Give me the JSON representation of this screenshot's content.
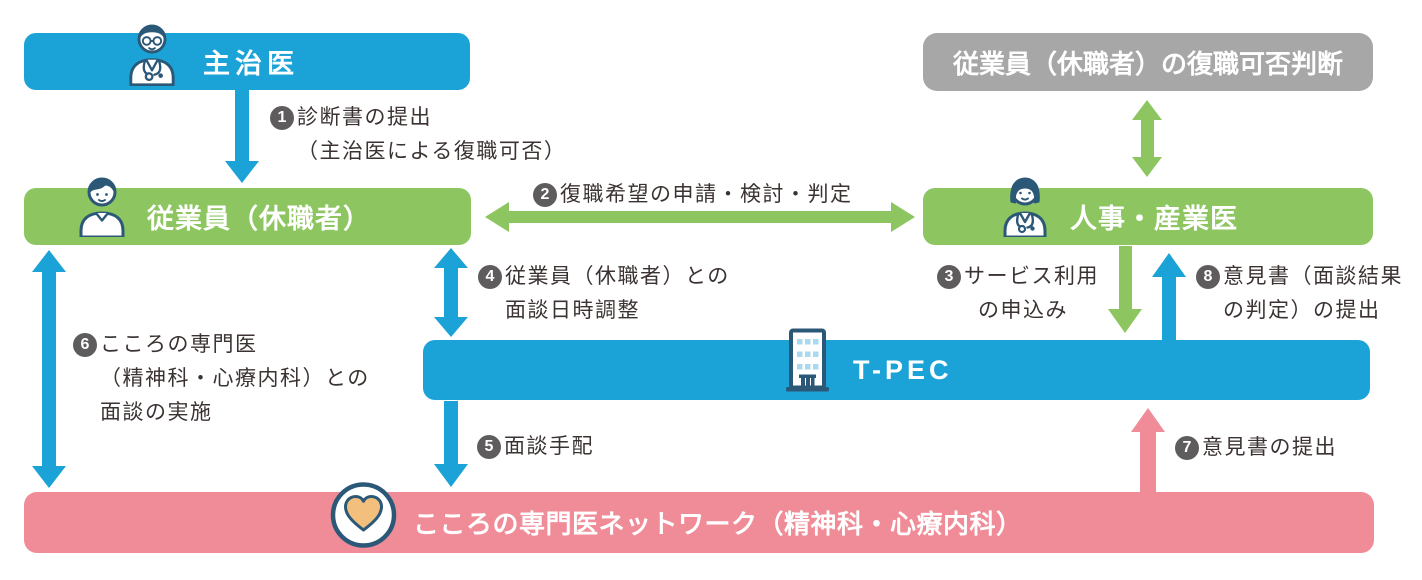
{
  "diagram": {
    "title_hint": "復職支援フロー図",
    "boxes": {
      "doctor": {
        "label": "主治医"
      },
      "judgment": {
        "label": "従業員（休職者）の復職可否判断"
      },
      "employee": {
        "label": "従業員（休職者）"
      },
      "hr": {
        "label": "人事・産業医"
      },
      "tpec": {
        "label": "T-PEC"
      },
      "network": {
        "label": "こころの専門医ネットワーク（精神科・心療内科）"
      }
    },
    "steps": [
      {
        "num": "1",
        "lines": [
          "診断書の提出",
          "（主治医による復職可否）"
        ]
      },
      {
        "num": "2",
        "lines": [
          "復職希望の申請・検討・判定"
        ]
      },
      {
        "num": "3",
        "lines": [
          "サービス利用",
          "の申込み"
        ]
      },
      {
        "num": "4",
        "lines": [
          "従業員（休職者）との",
          "面談日時調整"
        ]
      },
      {
        "num": "5",
        "lines": [
          "面談手配"
        ]
      },
      {
        "num": "6",
        "lines": [
          "こころの専門医",
          "（精神科・心療内科）との",
          "面談の実施"
        ]
      },
      {
        "num": "7",
        "lines": [
          "意見書の提出"
        ]
      },
      {
        "num": "8",
        "lines": [
          "意見書（面談結果",
          "の判定）の提出"
        ]
      }
    ],
    "icons": {
      "doctor": "male-doctor-icon",
      "employee": "person-icon",
      "hr": "female-doctor-icon",
      "tpec": "building-icon",
      "network": "heart-icon"
    },
    "colors": {
      "blue": "#1BA3D7",
      "green": "#8DC661",
      "gray": "#A7A7A8",
      "pink": "#F08C98",
      "navy": "#2C5878",
      "heart_orange": "#F2BF7D",
      "window_blue": "#A9D9EE",
      "label_text": "#3B3332",
      "badge_bg": "#5E5C5C",
      "box_text": "#FFFFFF"
    }
  }
}
